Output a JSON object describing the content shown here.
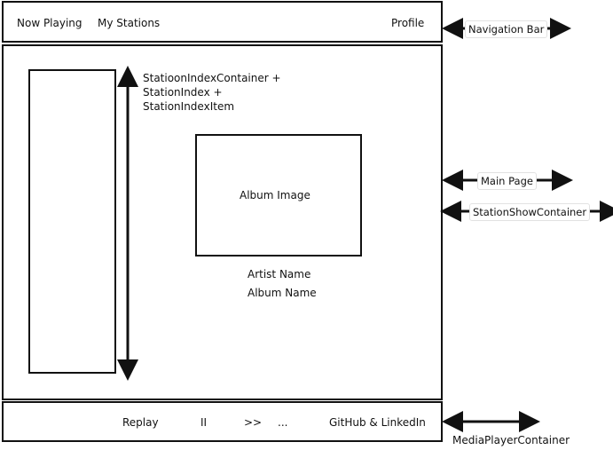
{
  "nav": {
    "now_playing": "Now Playing",
    "my_stations": "My Stations",
    "profile": "Profile"
  },
  "station_index": {
    "lines": [
      "StatioonIndexContainer +",
      "StationIndex +",
      "StationIndexItem"
    ]
  },
  "album": {
    "image_label": "Album Image",
    "artist_name": "Artist Name",
    "album_name": "Album Name"
  },
  "player": {
    "replay": "Replay",
    "pause": "II",
    "forward": ">>",
    "more": "...",
    "social": "GitHub & LinkedIn"
  },
  "annotations": {
    "navigation_bar": "Navigation Bar",
    "main_page": "Main Page",
    "station_show_container": "StationShowContainer",
    "media_player_container": "MediaPlayerContainer"
  }
}
